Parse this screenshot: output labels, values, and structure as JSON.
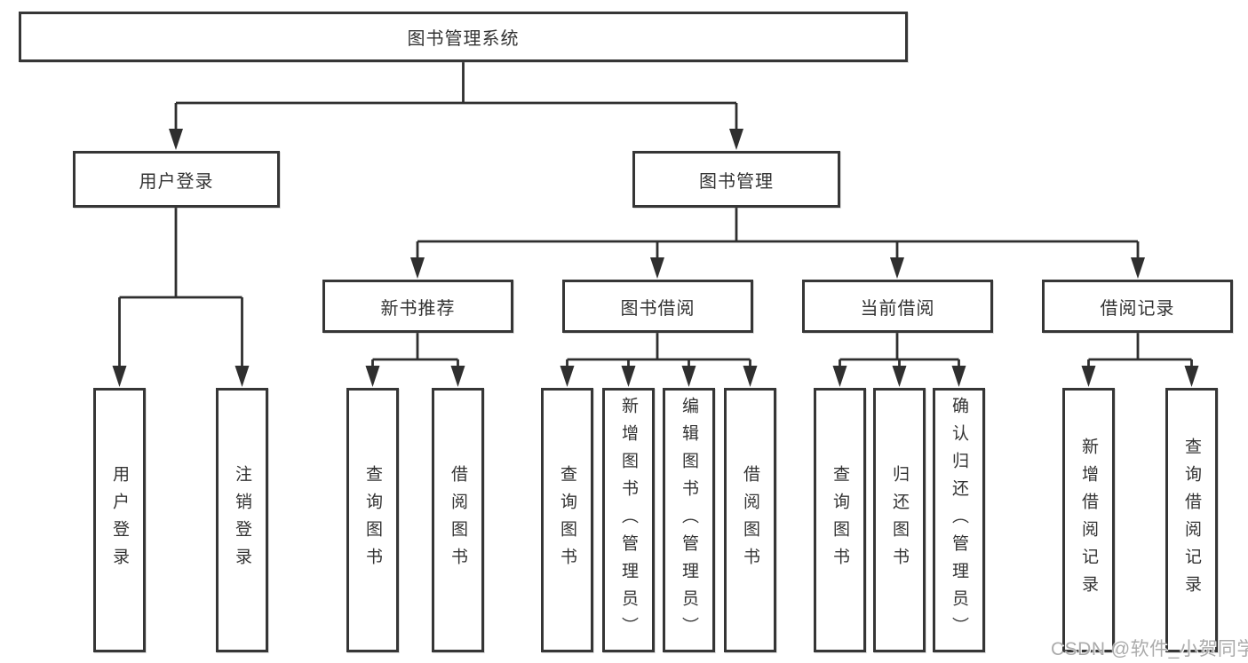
{
  "tree": {
    "label": "图书管理系统",
    "children": [
      {
        "label": "用户登录",
        "children": [
          {
            "label": "用户登录"
          },
          {
            "label": "注销登录"
          }
        ]
      },
      {
        "label": "图书管理",
        "children": [
          {
            "label": "新书推荐",
            "children": [
              {
                "label": "查询图书"
              },
              {
                "label": "借阅图书"
              }
            ]
          },
          {
            "label": "图书借阅",
            "children": [
              {
                "label": "查询图书"
              },
              {
                "label": "新增图书（管理员）"
              },
              {
                "label": "编辑图书（管理员）"
              },
              {
                "label": "借阅图书"
              }
            ]
          },
          {
            "label": "当前借阅",
            "children": [
              {
                "label": "查询图书"
              },
              {
                "label": "归还图书"
              },
              {
                "label": "确认归还（管理员）"
              }
            ]
          },
          {
            "label": "借阅记录",
            "children": [
              {
                "label": "新增借阅记录"
              },
              {
                "label": "查询借阅记录"
              }
            ]
          }
        ]
      }
    ]
  },
  "watermark": "CSDN @软件_小贺同学",
  "colors": {
    "line": "#2f2f2f",
    "box_border": "#363636",
    "text": "#333333",
    "watermark": "#ababab"
  }
}
